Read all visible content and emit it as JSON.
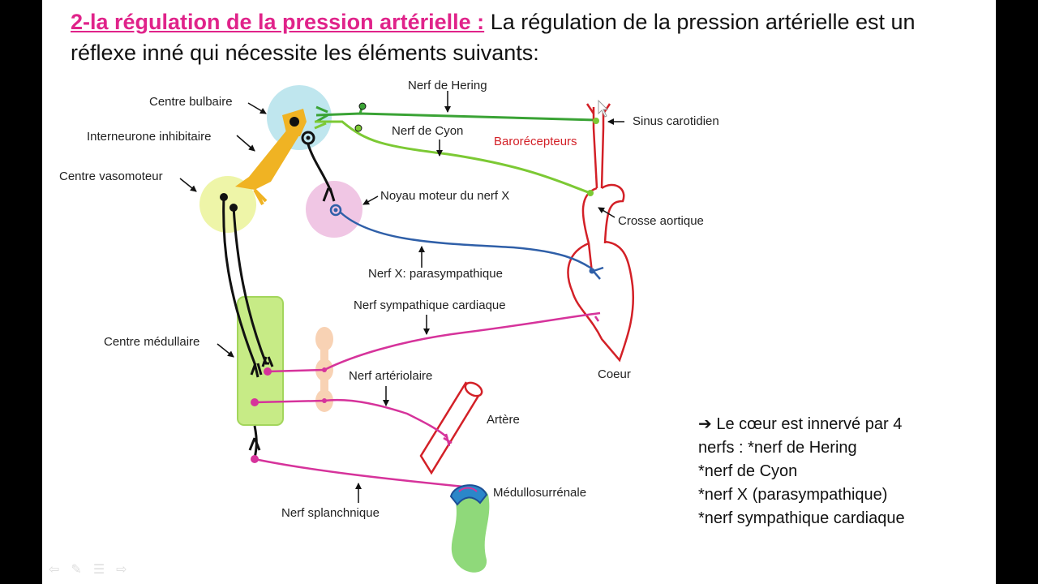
{
  "title": {
    "heading": "2-la régulation de la pression artérielle :",
    "text": "La régulation de la pression artérielle est un réflexe inné qui nécessite les éléments suivants:"
  },
  "labels": {
    "nerf_hering": "Nerf de Hering",
    "centre_bulbaire": "Centre bulbaire",
    "sinus_carotidien": "Sinus carotidien",
    "interneurone": "Interneurone inhibitaire",
    "nerf_cyon": "Nerf de Cyon",
    "barorecepteurs": "Barorécepteurs",
    "centre_vasomoteur": "Centre vasomoteur",
    "noyau_moteur": "Noyau moteur du nerf X",
    "crosse_aortique": "Crosse aortique",
    "nerf_x": "Nerf X: parasympathique",
    "nerf_sympathique": "Nerf sympathique cardiaque",
    "centre_medullaire": "Centre médullaire",
    "coeur": "Coeur",
    "nerf_arteriolaire": "Nerf artériolaire",
    "artere": "Artère",
    "medullosurrenale": "Médullosurrénale",
    "nerf_splanchnique": "Nerf splanchnique"
  },
  "note": {
    "line1": "Le cœur est innervé par 4",
    "line2": "nerfs : *nerf de Hering",
    "line3": "*nerf de Cyon",
    "line4": "*nerf X (parasympathique)",
    "line5": "*nerf sympathique cardiaque"
  },
  "icons": [
    "arrow-right-icon",
    "prev-slide-icon",
    "pen-icon",
    "menu-icon",
    "next-slide-icon"
  ],
  "colors": {
    "heading": "#e0238a",
    "hering_nerve": "#3aa335",
    "cyon_nerve": "#7cc934",
    "vagus_nerve": "#2f5fa8",
    "sympathetic_nerve": "#d6339b",
    "vessels": "#d32027",
    "inhibitory_interneuron": "#f0b323"
  }
}
